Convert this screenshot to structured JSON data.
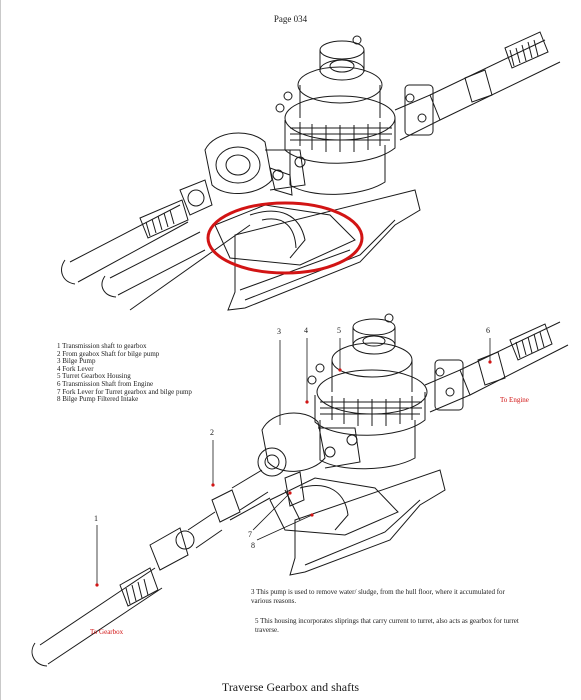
{
  "page": {
    "number_label": "Page 034"
  },
  "legend": {
    "items": [
      "1  Transmission shaft to gearbox",
      "2  From geabox Shaft for bilge pump",
      "3  Bilge Pump",
      "4  Fork Lever",
      "5  Turret Gearbox Housing",
      "6  Transmission Shaft from Engine",
      "7  Fork Lever for Turret gearbox and bilge pump",
      "8  Bilge Pump Filtered Intake"
    ]
  },
  "callouts": {
    "c1": "1",
    "c2": "2",
    "c3": "3",
    "c4": "4",
    "c5": "5",
    "c6": "6",
    "c7": "7",
    "c8": "8"
  },
  "labels": {
    "to_engine": "To Engine",
    "to_gearbox": "To Gearbox"
  },
  "notes": {
    "note_3": "3 This pump is used to remove water/ sludge, from the hull floor, where it accumulated for various reasons.",
    "note_5": "5 This housing incorporates sliprings that carry current to turret, also acts as gearbox for turret traverse."
  },
  "caption": "Traverse Gearbox and shafts",
  "colors": {
    "highlight_ellipse": "#d21414",
    "line_art": "#1a1a1a",
    "red_label": "#d21414"
  }
}
